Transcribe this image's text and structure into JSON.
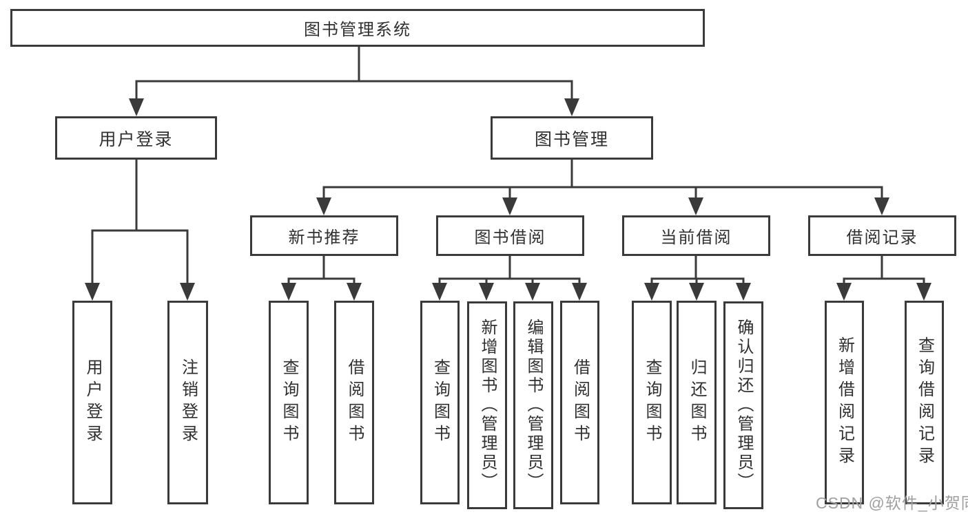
{
  "diagram": {
    "root": {
      "label": "图书管理系统"
    },
    "level2": {
      "user_login": {
        "label": "用户登录"
      },
      "book_mgmt": {
        "label": "图书管理"
      }
    },
    "level3": {
      "new_book": {
        "label": "新书推荐"
      },
      "book_borrow": {
        "label": "图书借阅"
      },
      "current_borrow": {
        "label": "当前借阅"
      },
      "borrow_records": {
        "label": "借阅记录"
      }
    },
    "leaves": {
      "user_login": {
        "label": "用户登录"
      },
      "logout": {
        "label": "注销登录"
      },
      "new_book_query": {
        "label": "查询图书"
      },
      "new_book_borrow": {
        "label": "借阅图书"
      },
      "borrow_query": {
        "label": "查询图书"
      },
      "borrow_add": {
        "label": "新增图书（管理员）"
      },
      "borrow_edit": {
        "label": "编辑图书（管理员）"
      },
      "borrow_borrow": {
        "label": "借阅图书"
      },
      "current_query": {
        "label": "查询图书"
      },
      "current_return": {
        "label": "归还图书"
      },
      "current_confirm": {
        "label": "确认归还（管理员）"
      },
      "records_add": {
        "label": "新增借阅记录"
      },
      "records_query": {
        "label": "查询借阅记录"
      }
    },
    "hierarchy": {
      "图书管理系统": {
        "用户登录": [
          "用户登录",
          "注销登录"
        ],
        "图书管理": {
          "新书推荐": [
            "查询图书",
            "借阅图书"
          ],
          "图书借阅": [
            "查询图书",
            "新增图书（管理员）",
            "编辑图书（管理员）",
            "借阅图书"
          ],
          "当前借阅": [
            "查询图书",
            "归还图书",
            "确认归还（管理员）"
          ],
          "借阅记录": [
            "新增借阅记录",
            "查询借阅记录"
          ]
        }
      }
    }
  },
  "watermark": {
    "text": "CSDN @软件_小贺同学"
  },
  "colors": {
    "line": "#3a3a3a",
    "text": "#303030",
    "box_background": "#ffffff",
    "page_background": "#ffffff",
    "watermark": "#a0a0a0"
  }
}
